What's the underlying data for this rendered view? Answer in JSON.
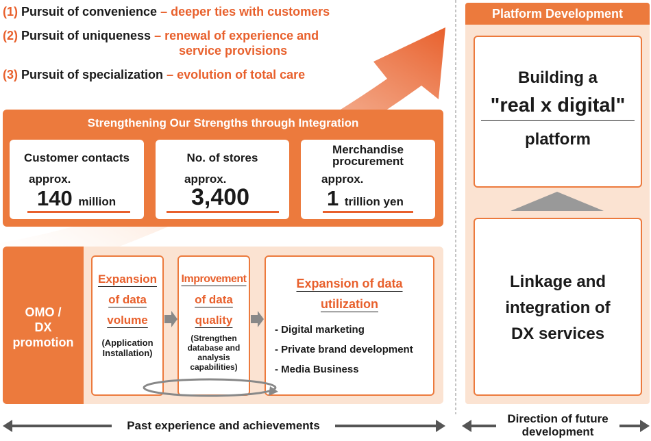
{
  "pursuits": [
    {
      "label": "(1)",
      "text": "Pursuit of convenience",
      "sub": "– deeper ties with customers"
    },
    {
      "label": "(2)",
      "text": "Pursuit of uniqueness",
      "sub": "– renewal of experience and",
      "sub2": "service provisions"
    },
    {
      "label": "(3)",
      "text": "Pursuit of specialization",
      "sub": "– evolution of total care"
    }
  ],
  "strengths": {
    "title": "Strengthening Our Strengths through Integration",
    "cards": [
      {
        "label": "Customer contacts",
        "approx": "approx.",
        "value": "140",
        "unit": "million"
      },
      {
        "label": "No. of stores",
        "approx": "approx.",
        "value": "3,400",
        "unit": ""
      },
      {
        "label_line1": "Merchandise",
        "label_line2": "procurement",
        "approx": "approx.",
        "value": "1",
        "unit": "trillion yen"
      }
    ]
  },
  "omo": {
    "title_line1": "OMO /",
    "title_line2": "DX",
    "title_line3": "promotion",
    "box1": {
      "head": [
        "Expansion",
        "of data",
        "volume"
      ],
      "note": [
        "(Application",
        "Installation)"
      ]
    },
    "box2": {
      "head": [
        "Improvement",
        "of data",
        "quality"
      ],
      "note": [
        "(Strengthen",
        "database and",
        "analysis",
        "capabilities)"
      ]
    },
    "box3": {
      "head": [
        "Expansion of data",
        "utilization"
      ],
      "bullets": [
        "- Digital marketing",
        "- Private brand development",
        "- Media Business"
      ]
    }
  },
  "platform": {
    "header": "Platform Development",
    "top": {
      "line1": "Building a",
      "line2": "\"real x digital\"",
      "line3": "platform"
    },
    "bottom": {
      "line1": "Linkage and",
      "line2": "integration of",
      "line3": "DX services"
    }
  },
  "footer": {
    "past": "Past experience and achievements",
    "future_line1": "Direction of future",
    "future_line2": "development"
  },
  "colors": {
    "accent": "#e8602c",
    "panel": "#ec7a3d",
    "light": "#fbe3d2",
    "gray": "#999999"
  }
}
